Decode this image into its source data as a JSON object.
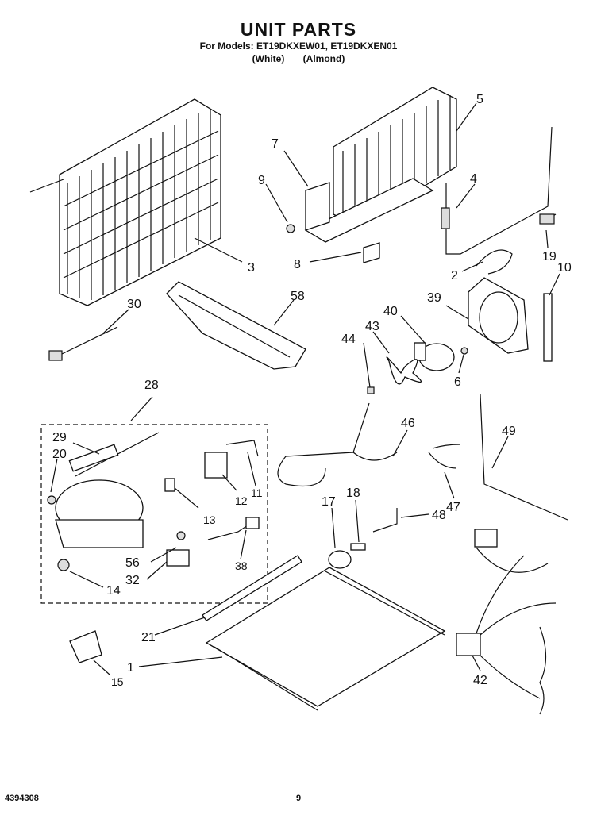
{
  "header": {
    "title": "UNIT PARTS",
    "models": "For Models: ET19DKXEW01, ET19DKXEN01",
    "variant_white": "(White)",
    "variant_almond": "(Almond)"
  },
  "callouts": [
    "3",
    "5",
    "7",
    "9",
    "4",
    "8",
    "19",
    "2",
    "10",
    "30",
    "58",
    "39",
    "40",
    "43",
    "44",
    "6",
    "28",
    "29",
    "20",
    "11",
    "12",
    "13",
    "46",
    "49",
    "17",
    "18",
    "48",
    "47",
    "56",
    "32",
    "38",
    "14",
    "21",
    "1",
    "15",
    "42"
  ],
  "footer": {
    "part_number": "4394308",
    "page": "9"
  }
}
